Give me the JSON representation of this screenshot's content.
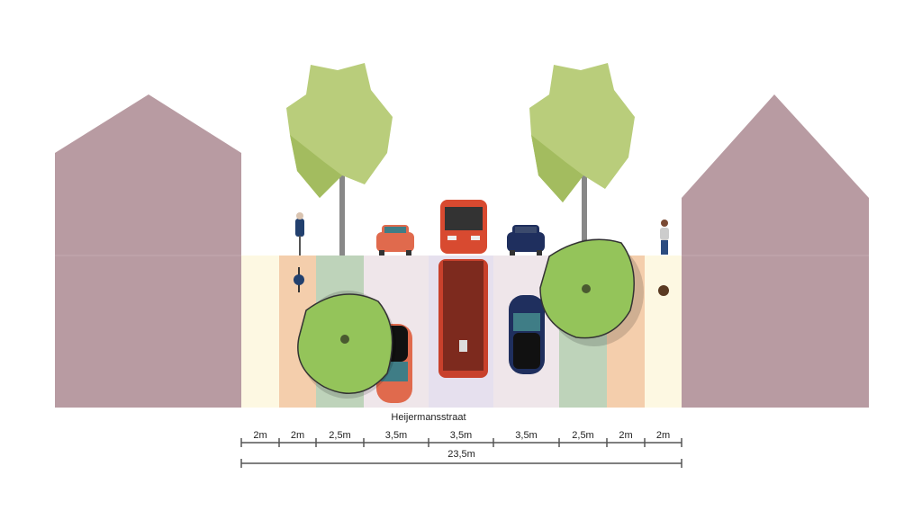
{
  "street_name": "Heijermansstraat",
  "lanes": [
    {
      "type": "sidewalk",
      "width": "2m",
      "color": "#fdf8e2"
    },
    {
      "type": "bike-lane",
      "width": "2m",
      "color": "#f4ceac"
    },
    {
      "type": "green-strip",
      "width": "2,5m",
      "color": "#bed3ba"
    },
    {
      "type": "parking-lane",
      "width": "3,5m",
      "color": "#efe6ea"
    },
    {
      "type": "tram-lane",
      "width": "3,5m",
      "color": "#e6e0ee"
    },
    {
      "type": "parking-lane",
      "width": "3,5m",
      "color": "#efe6ea"
    },
    {
      "type": "green-strip",
      "width": "2,5m",
      "color": "#bed3ba"
    },
    {
      "type": "bike-lane",
      "width": "2m",
      "color": "#f4ceac"
    },
    {
      "type": "sidewalk",
      "width": "2m",
      "color": "#fdf8e2"
    }
  ],
  "total_width": "23,5m",
  "colors": {
    "house": "#b89ba2",
    "tree": "#8fbf4e",
    "tram": "#c8412c",
    "car_red": "#e06a4d",
    "car_blue": "#1f2f5e"
  }
}
